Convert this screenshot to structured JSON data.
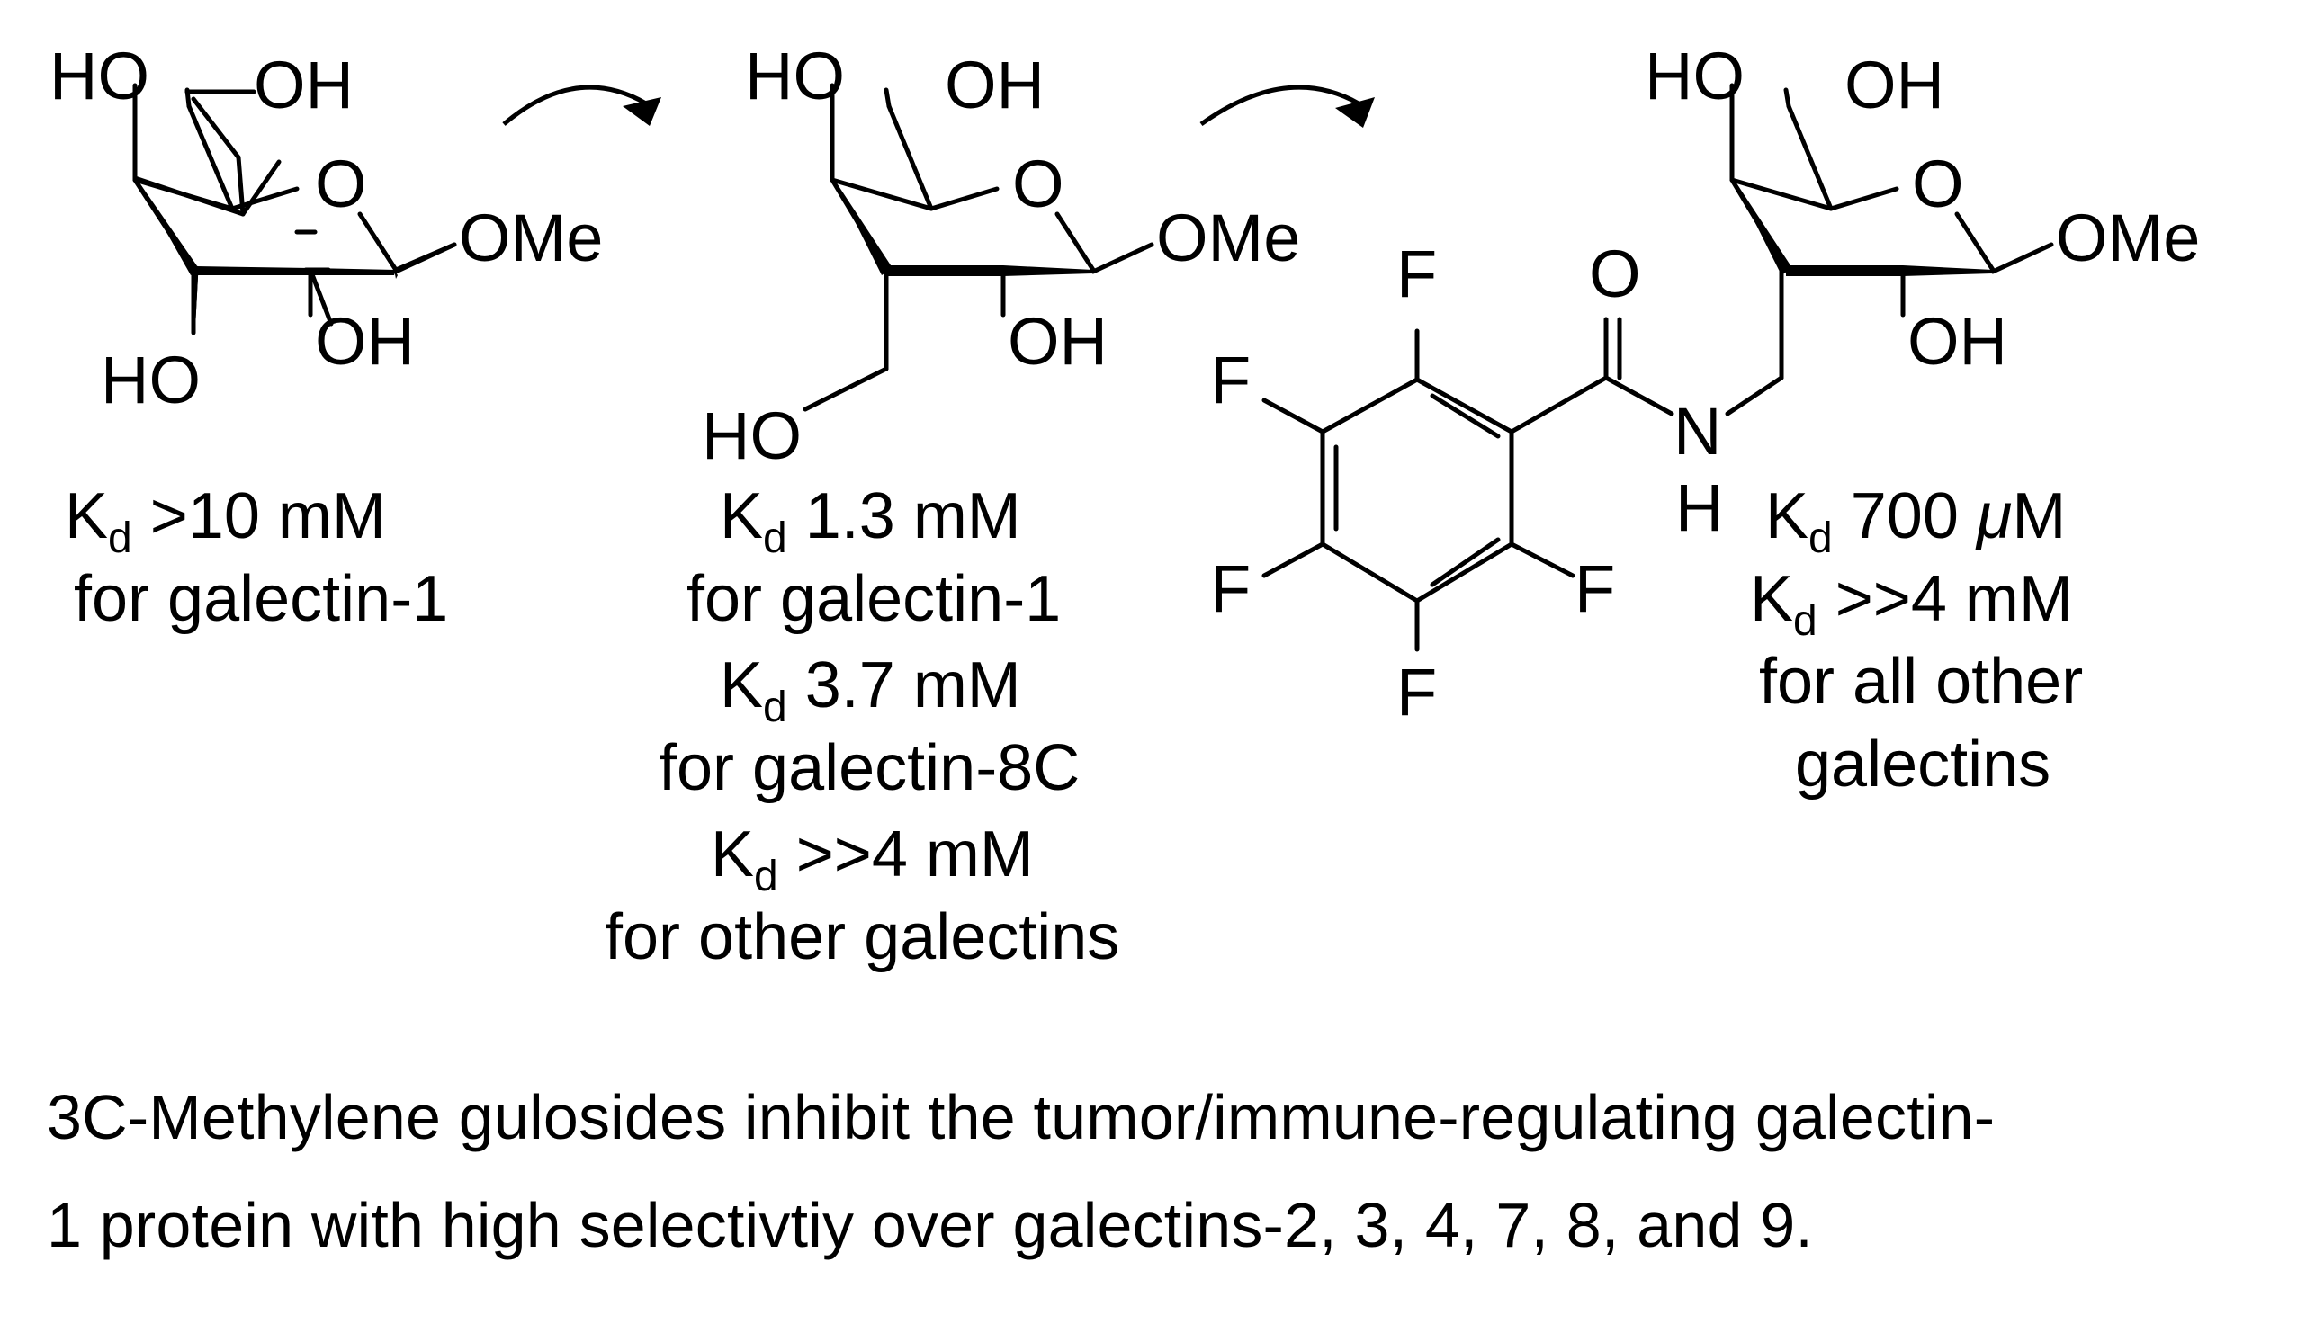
{
  "atoms": {
    "ho": "HO",
    "oh": "OH",
    "o": "O",
    "ome": "OMe",
    "f": "F",
    "n": "N",
    "h": "H"
  },
  "compound_1": {
    "kd_symbol": "K",
    "kd_sub": "d",
    "kd_value": " >10 mM",
    "target": "for galectin-1"
  },
  "compound_2": {
    "lines": [
      {
        "kd_symbol": "K",
        "kd_sub": "d",
        "kd_value": " 1.3 mM"
      },
      {
        "text": "for galectin-1"
      },
      {
        "kd_symbol": "K",
        "kd_sub": "d",
        "kd_value": " 3.7 mM"
      },
      {
        "text": "for galectin-8C"
      },
      {
        "kd_symbol": "K",
        "kd_sub": "d",
        "kd_value": " >>4 mM"
      },
      {
        "text": "for other galectins"
      }
    ]
  },
  "compound_3": {
    "kd1_symbol": "K",
    "kd1_sub": "d",
    "kd1_value": " 700 ",
    "kd1_unit_greek": "μ",
    "kd1_unit": "M",
    "kd2_symbol": "K",
    "kd2_sub": "d",
    "kd2_value": " >>4 mM",
    "target_line1": "for all other",
    "target_line2": "galectins"
  },
  "caption": {
    "line1": "3C-Methylene gulosides inhibit the tumor/immune-regulating galectin-",
    "line2": "1 protein with high selectivtiy over galectins-2, 3, 4, 7, 8, and 9."
  }
}
